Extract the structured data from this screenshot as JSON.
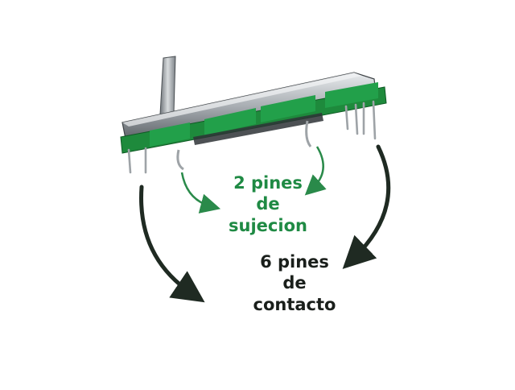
{
  "colors": {
    "pcb_green": "#1e8a3c",
    "pcb_green_dark": "#0f5a24",
    "metal_light": "#c8ccd0",
    "metal_dark": "#5b6166",
    "arrow_green": "#2a8a4a",
    "arrow_dark": "#1f2a22",
    "text_green": "#1f8a44",
    "text_dark": "#1a1f1b"
  },
  "labels": {
    "mounting_pins": [
      "2 pines",
      "de",
      "sujecion"
    ],
    "contact_pins": [
      "6 pines",
      "de",
      "contacto"
    ]
  },
  "icons": {
    "component": "slide-potentiometer-icon",
    "arrows": "curved-arrow-icon"
  }
}
